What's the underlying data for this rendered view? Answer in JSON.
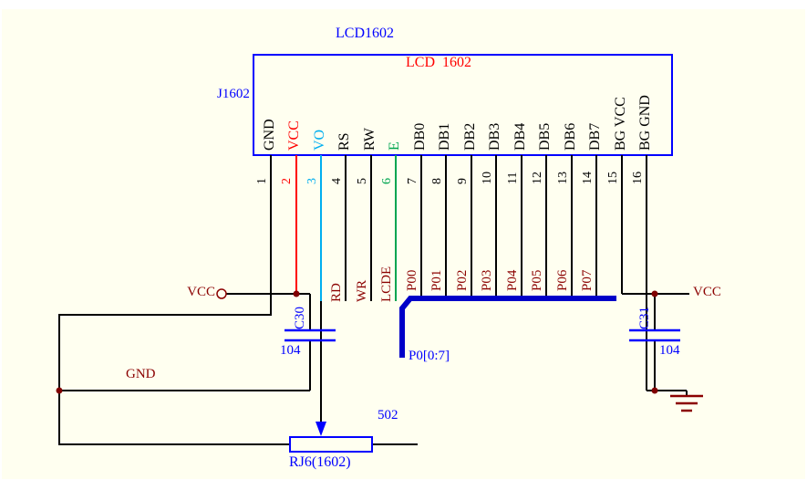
{
  "colors": {
    "sheet": "#FFFFF0",
    "component_blue": "#0000FF",
    "bus_blue": "#0000C8",
    "wire_black": "#000000",
    "power_dark_red": "#8B0000",
    "junction_red": "#800000",
    "vcc_red": "#FF0000",
    "vo_cyan": "#00AEEF",
    "e_green": "#00A550"
  },
  "title": "LCD1602",
  "chip": {
    "designator": "J1602",
    "label": "LCD  1602",
    "pins": [
      {
        "num": "1",
        "name": "GND",
        "color": "#000000",
        "net": ""
      },
      {
        "num": "2",
        "name": "VCC",
        "color": "#FF0000",
        "net": ""
      },
      {
        "num": "3",
        "name": "VO",
        "color": "#00AEEF",
        "net": ""
      },
      {
        "num": "4",
        "name": "RS",
        "color": "#000000",
        "net": "RD"
      },
      {
        "num": "5",
        "name": "RW",
        "color": "#000000",
        "net": "WR"
      },
      {
        "num": "6",
        "name": "E",
        "color": "#00A550",
        "net": "LCDE"
      },
      {
        "num": "7",
        "name": "DB0",
        "color": "#000000",
        "net": "P00"
      },
      {
        "num": "8",
        "name": "DB1",
        "color": "#000000",
        "net": "P01"
      },
      {
        "num": "9",
        "name": "DB2",
        "color": "#000000",
        "net": "P02"
      },
      {
        "num": "10",
        "name": "DB3",
        "color": "#000000",
        "net": "P03"
      },
      {
        "num": "11",
        "name": "DB4",
        "color": "#000000",
        "net": "P04"
      },
      {
        "num": "12",
        "name": "DB5",
        "color": "#000000",
        "net": "P05"
      },
      {
        "num": "13",
        "name": "DB6",
        "color": "#000000",
        "net": "P06"
      },
      {
        "num": "14",
        "name": "DB7",
        "color": "#000000",
        "net": "P07"
      },
      {
        "num": "15",
        "name": "BG VCC",
        "color": "#000000",
        "net": ""
      },
      {
        "num": "16",
        "name": "BG GND",
        "color": "#000000",
        "net": ""
      }
    ]
  },
  "bus": {
    "label": "P0[0:7]"
  },
  "power": {
    "vcc_left": "VCC",
    "gnd": "GND",
    "vcc_right": "VCC"
  },
  "c30": {
    "ref": "C30",
    "value": "104"
  },
  "c31": {
    "ref": "C31",
    "value": "104"
  },
  "pot": {
    "ref": "RJ6(1602)",
    "value": "502"
  }
}
